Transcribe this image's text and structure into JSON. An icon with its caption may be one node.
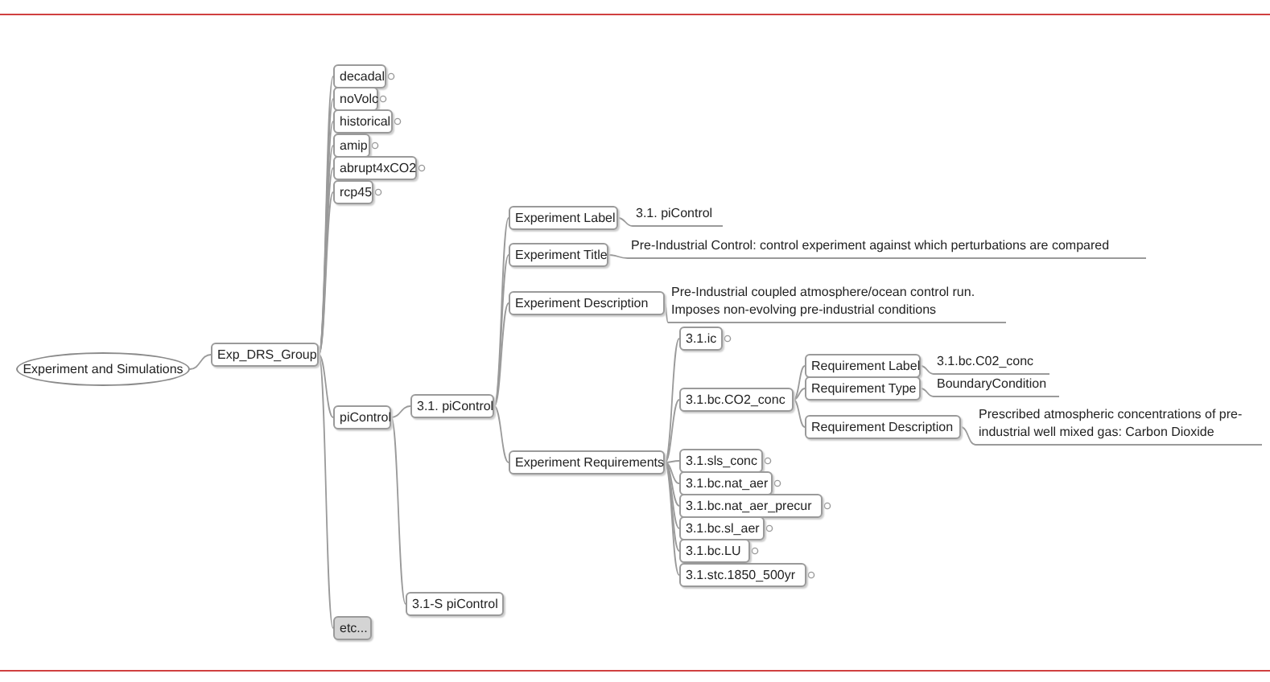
{
  "diagram": {
    "nodes": [
      {
        "text": [
          "Experiment and Simulations"
        ]
      },
      {
        "text": [
          "Exp_DRS_Group"
        ]
      },
      {
        "text": [
          "decadal"
        ]
      },
      {
        "text": [
          "noVolc"
        ]
      },
      {
        "text": [
          "historical"
        ]
      },
      {
        "text": [
          "amip"
        ]
      },
      {
        "text": [
          "abrupt4xCO2"
        ]
      },
      {
        "text": [
          "rcp45"
        ]
      },
      {
        "text": [
          "piControl"
        ]
      },
      {
        "text": [
          "3.1. piControl"
        ]
      },
      {
        "text": [
          "Experiment Label"
        ]
      },
      {
        "text": [
          "3.1. piControl"
        ]
      },
      {
        "text": [
          "Experiment Title"
        ]
      },
      {
        "text": [
          "Pre-Industrial Control: control experiment against which perturbations are compared"
        ]
      },
      {
        "text": [
          "Experiment Description"
        ]
      },
      {
        "text": [
          "Pre-Industrial coupled atmosphere/ocean control run. Imposes non-evolving pre-industrial conditions"
        ]
      },
      {
        "text": [
          "3.1.ic"
        ]
      },
      {
        "text": [
          "3.1.bc.CO2_conc"
        ]
      },
      {
        "text": [
          "Requirement Label"
        ]
      },
      {
        "text": [
          "3.1.bc.C02_conc"
        ]
      },
      {
        "text": [
          "Requirement Type"
        ]
      },
      {
        "text": [
          "BoundaryCondition"
        ]
      },
      {
        "text": [
          "Requirement Description"
        ]
      },
      {
        "text": [
          "Prescribed atmospheric concentrations of pre-industrial well mixed gas: Carbon Dioxide"
        ]
      },
      {
        "text": [
          "Experiment Requirements"
        ]
      },
      {
        "text": [
          "3.1.sls_conc"
        ]
      },
      {
        "text": [
          "3.1.bc.nat_aer"
        ]
      },
      {
        "text": [
          "3.1.bc.nat_aer_precur"
        ]
      },
      {
        "text": [
          "3.1.bc.sl_aer"
        ]
      },
      {
        "text": [
          "3.1.bc.LU"
        ]
      },
      {
        "text": [
          "3.1.stc.1850_500yr"
        ]
      },
      {
        "text": [
          "3.1-S piControl"
        ]
      },
      {
        "text": [
          "etc..."
        ]
      }
    ],
    "edges": [
      {
        "from": 0,
        "to": 1,
        "arrow": "none"
      },
      {
        "from": 1,
        "to": 2,
        "arrow": "none"
      },
      {
        "from": 1,
        "to": 3,
        "arrow": "none"
      },
      {
        "from": 1,
        "to": 4,
        "arrow": "none"
      },
      {
        "from": 1,
        "to": 5,
        "arrow": "none"
      },
      {
        "from": 1,
        "to": 6,
        "arrow": "none"
      },
      {
        "from": 1,
        "to": 7,
        "arrow": "none"
      },
      {
        "from": 1,
        "to": 8,
        "arrow": "none"
      },
      {
        "from": 1,
        "to": 32,
        "arrow": "none"
      },
      {
        "from": 8,
        "to": 9,
        "arrow": "none"
      },
      {
        "from": 8,
        "to": 31,
        "arrow": "none"
      },
      {
        "from": 9,
        "to": 10,
        "arrow": "none"
      },
      {
        "from": 9,
        "to": 12,
        "arrow": "none"
      },
      {
        "from": 9,
        "to": 14,
        "arrow": "none"
      },
      {
        "from": 9,
        "to": 24,
        "arrow": "none"
      },
      {
        "from": 10,
        "to": 11,
        "arrow": "none"
      },
      {
        "from": 12,
        "to": 13,
        "arrow": "none"
      },
      {
        "from": 14,
        "to": 15,
        "arrow": "none"
      },
      {
        "from": 24,
        "to": 16,
        "arrow": "none"
      },
      {
        "from": 24,
        "to": 17,
        "arrow": "none"
      },
      {
        "from": 24,
        "to": 25,
        "arrow": "none"
      },
      {
        "from": 24,
        "to": 26,
        "arrow": "none"
      },
      {
        "from": 24,
        "to": 27,
        "arrow": "none"
      },
      {
        "from": 24,
        "to": 28,
        "arrow": "none"
      },
      {
        "from": 24,
        "to": 29,
        "arrow": "none"
      },
      {
        "from": 24,
        "to": 30,
        "arrow": "none"
      },
      {
        "from": 17,
        "to": 18,
        "arrow": "none"
      },
      {
        "from": 17,
        "to": 20,
        "arrow": "none"
      },
      {
        "from": 17,
        "to": 22,
        "arrow": "none"
      },
      {
        "from": 18,
        "to": 19,
        "arrow": "none"
      },
      {
        "from": 20,
        "to": 21,
        "arrow": "none"
      },
      {
        "from": 22,
        "to": 23,
        "arrow": "none"
      }
    ]
  }
}
